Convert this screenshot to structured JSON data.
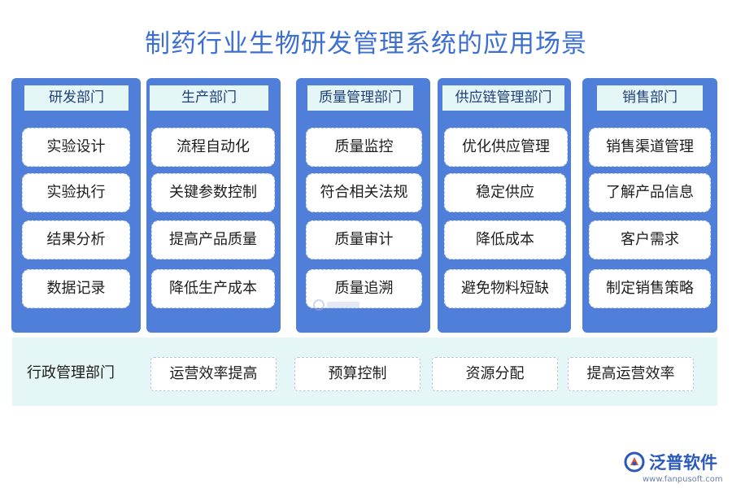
{
  "title": "制药行业生物研发管理系统的应用场景",
  "columns": [
    {
      "header": "研发部门",
      "items": [
        "实验设计",
        "实验执行",
        "结果分析",
        "数据记录"
      ]
    },
    {
      "header": "生产部门",
      "items": [
        "流程自动化",
        "关键参数控制",
        "提高产品质量",
        "降低生产成本"
      ]
    },
    {
      "header": "质量管理部门",
      "items": [
        "质量监控",
        "符合相关法规",
        "质量审计",
        "质量追溯"
      ]
    },
    {
      "header": "供应链管理部门",
      "items": [
        "优化供应管理",
        "稳定供应",
        "降低成本",
        "避免物料短缺"
      ]
    },
    {
      "header": "销售部门",
      "items": [
        "销售渠道管理",
        "了解产品信息",
        "客户需求",
        "制定销售策略"
      ]
    }
  ],
  "admin": {
    "label": "行政管理部门",
    "items": [
      "运营效率提高",
      "预算控制",
      "资源分配",
      "提高运营效率"
    ]
  },
  "logo": {
    "text": "泛普软件",
    "url": "www.fanpusoft.com",
    "icon": "fanpu-logo-icon",
    "color": "#2b59b8"
  },
  "colors": {
    "title": "#3d6fd1",
    "column_bg": "#4f7fd8",
    "header_bg": "#e4f6f6",
    "admin_bg": "#e5f6f6"
  }
}
